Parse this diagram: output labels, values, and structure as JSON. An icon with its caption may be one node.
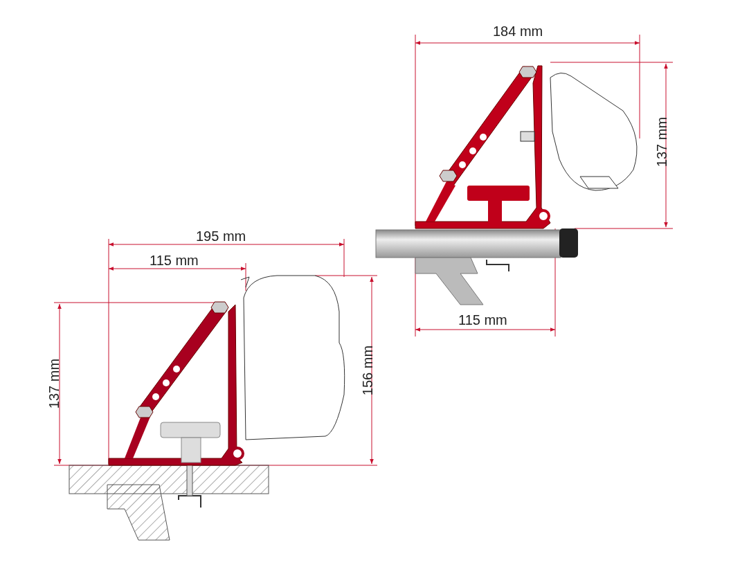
{
  "diagram": {
    "labels": [
      "184 mm",
      "137 mm",
      "195 mm",
      "115 mm",
      "115 mm",
      "137 mm",
      "156 mm"
    ]
  }
}
